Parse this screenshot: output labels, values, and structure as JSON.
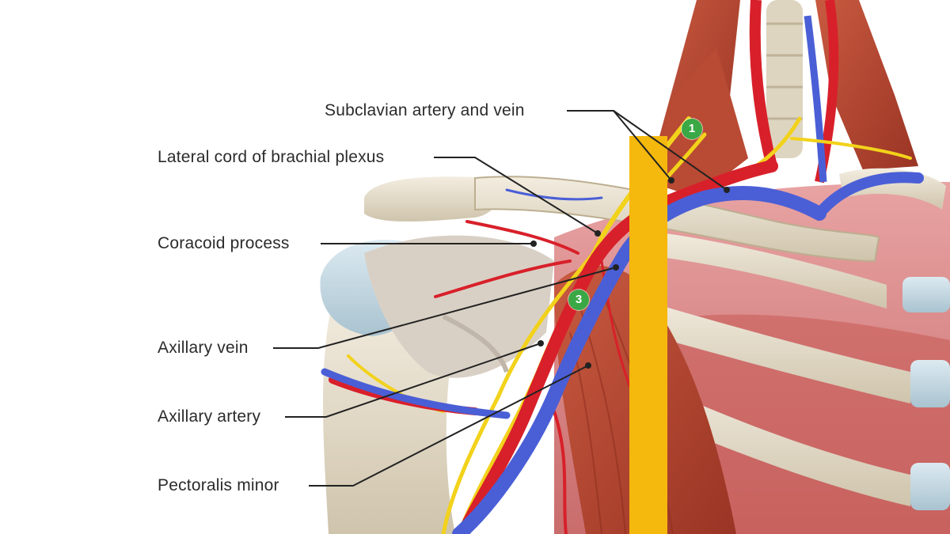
{
  "labels": {
    "subclavian": "Subclavian artery and vein",
    "lateral_cord": "Lateral cord of brachial plexus",
    "coracoid": "Coracoid process",
    "axillary_vein": "Axillary vein",
    "axillary_artery": "Axillary artery",
    "pectoralis_minor": "Pectoralis minor"
  },
  "badges": {
    "part_one": "1",
    "part_three": "3"
  },
  "colors": {
    "artery": "#d8202a",
    "vein": "#4a5fd6",
    "nerve": "#f2d21b",
    "bone": "#e8e0cf",
    "muscle": "#b8442f",
    "lung": "#d98c8c",
    "marker_bar": "#f5b80c",
    "badge": "#3aa845",
    "leader_line": "#222222"
  }
}
